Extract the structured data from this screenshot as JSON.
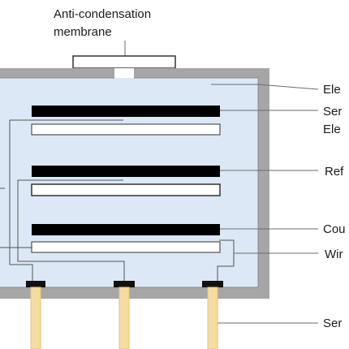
{
  "top_label": {
    "line1": "Anti-condensation",
    "line2": "membrane"
  },
  "callouts": {
    "electrolyte": "Ele",
    "sensing_1": "Ser",
    "sensing_2": "Ele",
    "reference": "Ref",
    "counter": "Cou",
    "wire": "Wir",
    "sensor_pins": "Ser"
  },
  "colors": {
    "housing": "#a6a6a6",
    "electrolyte": "#dce8f5",
    "electrode_dark": "#000000",
    "electrode_light": "#ffffff",
    "pin": "#f5dca0",
    "pin_cap": "#111111",
    "line": "#6b6b6b"
  }
}
